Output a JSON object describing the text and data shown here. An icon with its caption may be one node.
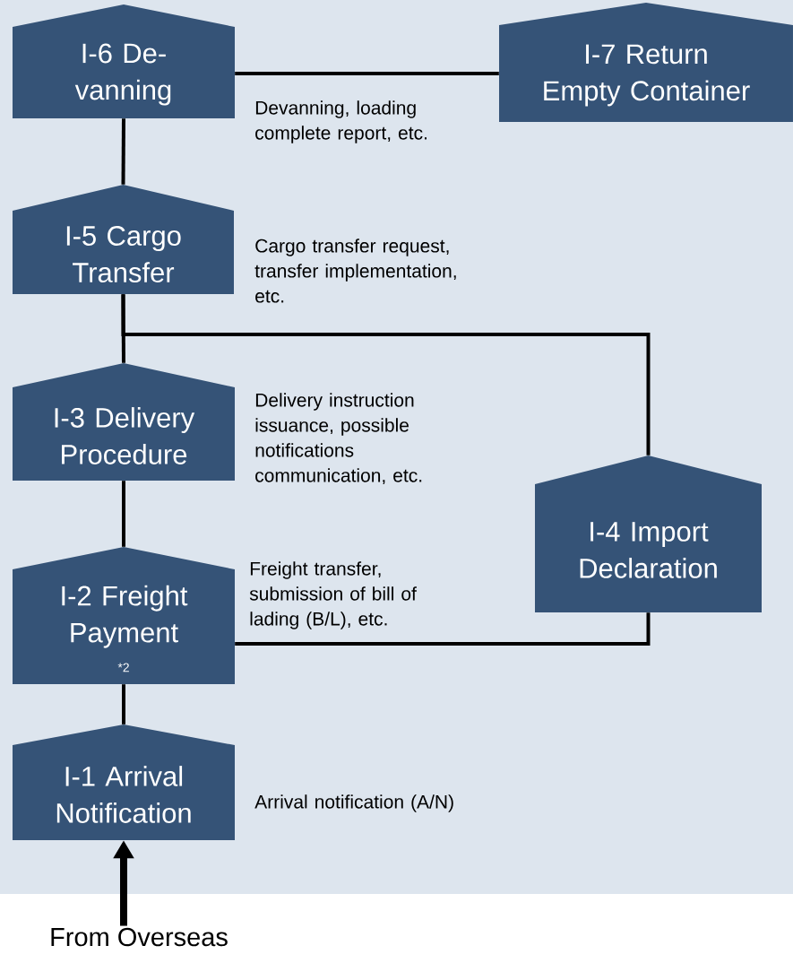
{
  "diagram": {
    "nodes": [
      {
        "text": [
          "I-6 De-vanning"
        ],
        "beside": [
          "Devanning, loading complete report, etc."
        ]
      },
      {
        "text": [
          "I-7 Return Empty Container"
        ]
      },
      {
        "text": [
          "I-5 Cargo Transfer"
        ],
        "beside": [
          "Cargo transfer request, transfer implementation, etc."
        ]
      },
      {
        "text": [
          "I-3 Delivery Procedure"
        ],
        "beside": [
          "Delivery instruction issuance, possible notifications communication, etc."
        ]
      },
      {
        "text": [
          "I-4 Import Declaration"
        ]
      },
      {
        "text": [
          "I-2 Freight Payment",
          "*2"
        ],
        "beside": [
          "Freight transfer, submission of bill of lading (B/L), etc."
        ]
      },
      {
        "text": [
          "I-1 Arrival Notification"
        ],
        "beside": [
          "Arrival notification (A/N)"
        ]
      },
      {
        "text": [
          "From Overseas"
        ]
      }
    ],
    "edges": [
      {
        "from": 7,
        "to": 6,
        "arrow": "to",
        "style": "thick"
      },
      {
        "from": 6,
        "to": 5,
        "arrow": "none"
      },
      {
        "from": 5,
        "to": 3,
        "arrow": "none"
      },
      {
        "from": 3,
        "to": 2,
        "arrow": "none"
      },
      {
        "from": 2,
        "to": 0,
        "arrow": "none"
      },
      {
        "from": 0,
        "to": 1,
        "arrow": "none"
      },
      {
        "from": 5,
        "to": 4,
        "arrow": "none"
      },
      {
        "from": 4,
        "to": 2,
        "arrow": "none"
      }
    ]
  }
}
